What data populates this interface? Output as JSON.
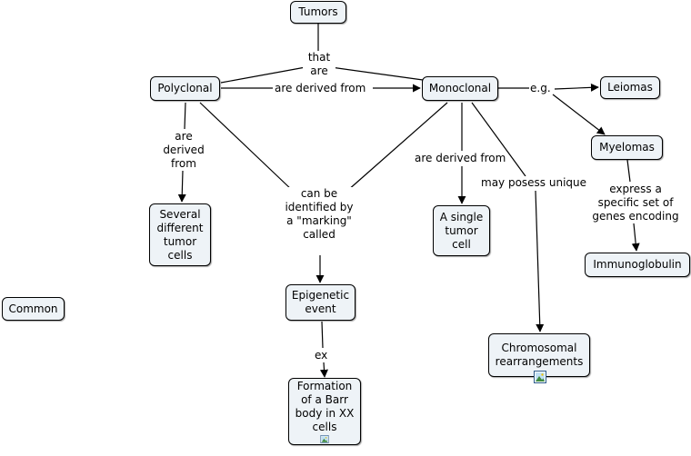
{
  "concepts": {
    "tumors": "Tumors",
    "polyclonal": "Polyclonal",
    "monoclonal": "Monoclonal",
    "leiomas": "Leiomas",
    "myelomas": "Myelomas",
    "several_cells": "Several different tumor cells",
    "single_cell": "A single tumor cell",
    "epigenetic": "Epigenetic event",
    "barr_body": "Formation of a Barr body in XX cells",
    "chromosomal": "Chromosomal rearrangements",
    "immunoglobulin": "Immunoglobulin",
    "common": "Common"
  },
  "links": {
    "that_are": "that are",
    "derived_top": "are derived from",
    "eg": "e.g.",
    "derived_left": "are derived from",
    "identified": "can be identified by a \"marking\" called",
    "derived_right": "are derived from",
    "posess": "may posess unique",
    "express": "express a specific set of genes encoding",
    "ex": "ex"
  },
  "icons": {
    "image_resource": "image-resource-icon"
  }
}
